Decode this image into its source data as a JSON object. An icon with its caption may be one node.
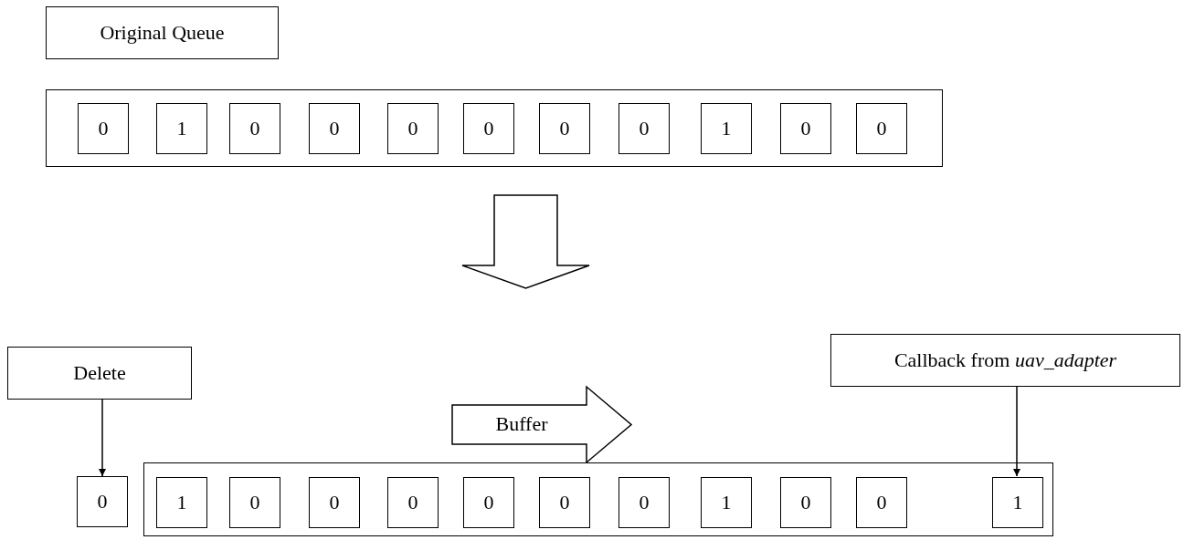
{
  "diagram": {
    "nodes": [
      {
        "text": [
          "Original Queue"
        ]
      },
      {
        "text": [],
        "shape": "box"
      },
      {
        "text": [
          "0"
        ],
        "in": 1
      },
      {
        "text": [
          "1"
        ],
        "in": 1
      },
      {
        "text": [
          "0"
        ],
        "in": 1
      },
      {
        "text": [
          "0"
        ],
        "in": 1
      },
      {
        "text": [
          "0"
        ],
        "in": 1
      },
      {
        "text": [
          "0"
        ],
        "in": 1
      },
      {
        "text": [
          "0"
        ],
        "in": 1
      },
      {
        "text": [
          "0"
        ],
        "in": 1
      },
      {
        "text": [
          "1"
        ],
        "in": 1
      },
      {
        "text": [
          "0"
        ],
        "in": 1
      },
      {
        "text": [
          "0"
        ],
        "in": 1
      },
      {
        "text": [],
        "shape": "arrow"
      },
      {
        "text": [
          "Delete"
        ]
      },
      {
        "text": [
          "Callback from *uav_adapter*"
        ]
      },
      {
        "text": [
          "Buffer"
        ]
      },
      {
        "text": [
          "0"
        ]
      },
      {
        "text": [],
        "shape": "box"
      },
      {
        "text": [
          "1"
        ],
        "in": 18
      },
      {
        "text": [
          "0"
        ],
        "in": 18
      },
      {
        "text": [
          "0"
        ],
        "in": 18
      },
      {
        "text": [
          "0"
        ],
        "in": 18
      },
      {
        "text": [
          "0"
        ],
        "in": 18
      },
      {
        "text": [
          "0"
        ],
        "in": 18
      },
      {
        "text": [
          "0"
        ],
        "in": 18
      },
      {
        "text": [
          "1"
        ],
        "in": 18
      },
      {
        "text": [
          "0"
        ],
        "in": 18
      },
      {
        "text": [
          "0"
        ],
        "in": 18
      },
      {
        "text": [
          "1"
        ],
        "in": 18
      }
    ],
    "edges": [
      {
        "from": 14,
        "to": 17,
        "arrow": "to"
      },
      {
        "from": 15,
        "to": 29,
        "arrow": "to"
      }
    ]
  }
}
